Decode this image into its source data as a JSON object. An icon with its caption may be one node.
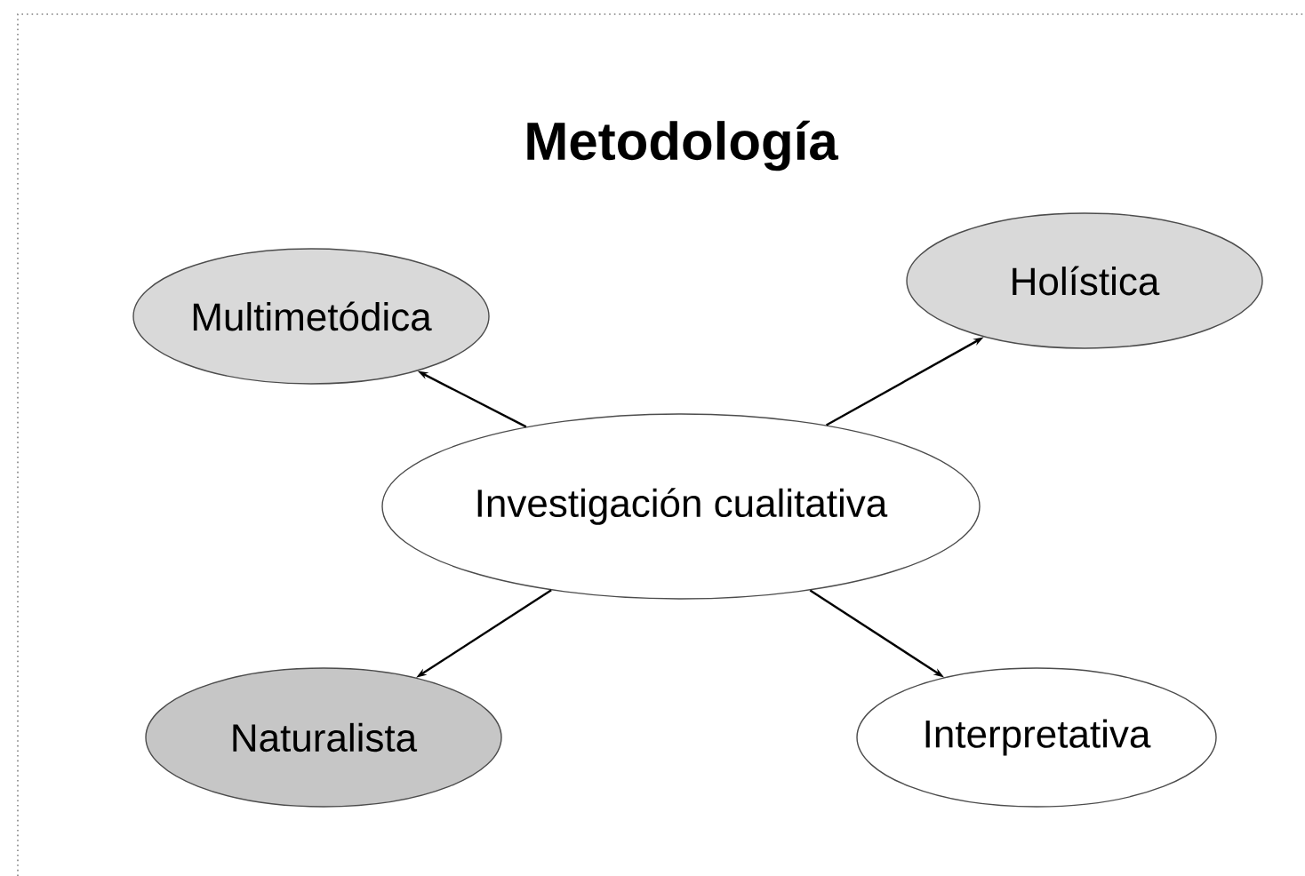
{
  "diagram": {
    "title": "Metodología",
    "nodes": [
      {
        "text": [
          "Multimetódica"
        ]
      },
      {
        "text": [
          "Holística"
        ]
      },
      {
        "text": [
          "Investigación cualitativa"
        ]
      },
      {
        "text": [
          "Naturalista"
        ]
      },
      {
        "text": [
          "Interpretativa"
        ]
      }
    ],
    "edges": [
      {
        "from": 2,
        "to": 0,
        "arrow": "to"
      },
      {
        "from": 2,
        "to": 1,
        "arrow": "to"
      },
      {
        "from": 2,
        "to": 3,
        "arrow": "to"
      },
      {
        "from": 2,
        "to": 4,
        "arrow": "to"
      }
    ]
  }
}
